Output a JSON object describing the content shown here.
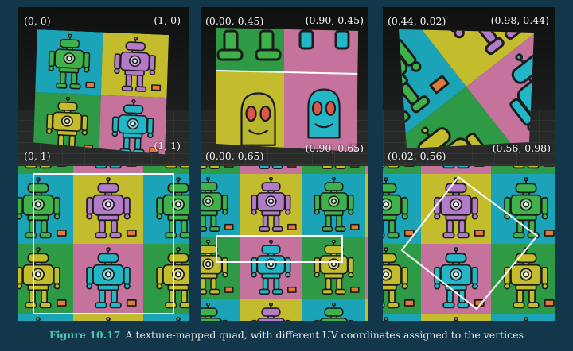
{
  "colors": {
    "yellow": "#c3bd2e",
    "purple": "#b27bc8",
    "green": "#2f9a45",
    "teal": "#1ba3b8",
    "pink": "#c5739c",
    "frame": "#ffffff",
    "caption_number": "#4fc2b0"
  },
  "panels": [
    {
      "labels": {
        "top_left": "(0, 0)",
        "top_right": "(1, 0)",
        "bottom_left": "(0, 1)",
        "bottom_right": "(1, 1)"
      }
    },
    {
      "labels": {
        "top_left": "(0.00, 0.45)",
        "top_right": "(0.90, 0.45)",
        "bottom_left": "(0.00, 0.65)",
        "bottom_right": "(0.90, 0.65)"
      }
    },
    {
      "labels": {
        "top_left": "(0.44, 0.02)",
        "top_right": "(0.98, 0.44)",
        "bottom_left": "(0.02, 0.56)",
        "bottom_right": "(0.56, 0.98)"
      }
    }
  ],
  "caption": {
    "figure_number": "Figure 10.17",
    "text": "A texture-mapped quad, with different UV coordinates assigned to the vertices"
  }
}
